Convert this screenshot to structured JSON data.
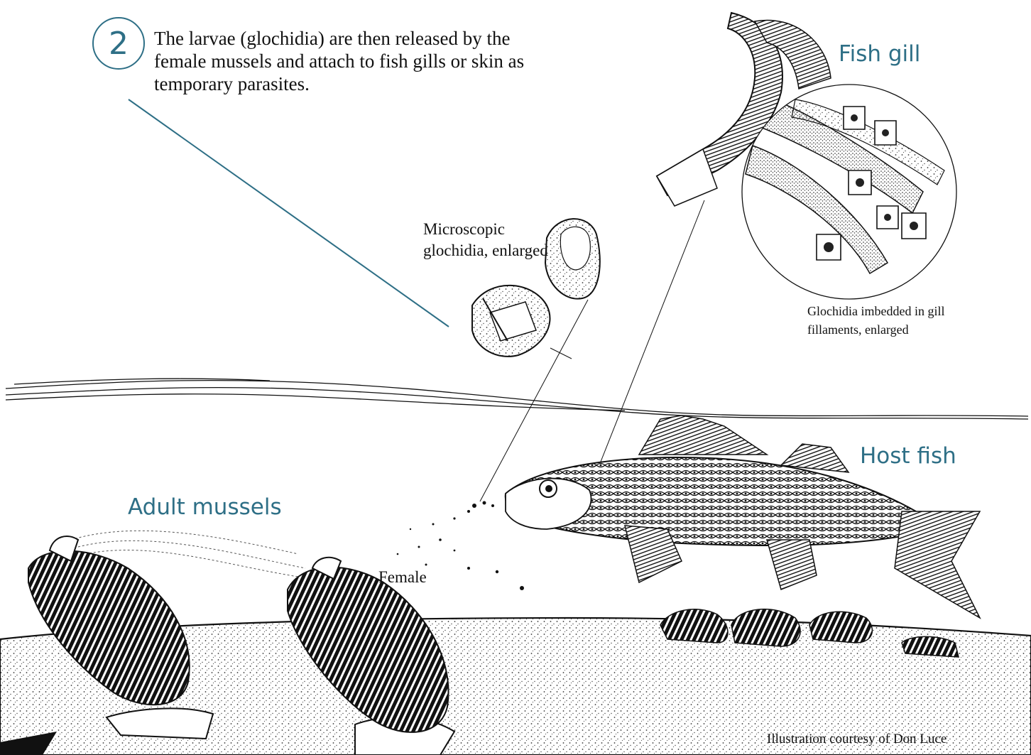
{
  "step": {
    "number": "2"
  },
  "intro_text": "The larvae (glochidia) are then released by the female mussels and attach to fish gills or skin as temporary parasites.",
  "labels": {
    "fish_gill": "Fish gill",
    "host_fish": "Host fish",
    "adult_mussels": "Adult mussels",
    "microscopic_glochidia": "Microscopic glochidia, enlarged",
    "glochidia_imbedded": "Glochidia imbedded in gill fillaments, enlarged",
    "female": "Female"
  },
  "credit": "Illustration courtesy of Don Luce",
  "colors": {
    "accent": "#2e6f86",
    "ink": "#111111",
    "background": "#ffffff"
  }
}
